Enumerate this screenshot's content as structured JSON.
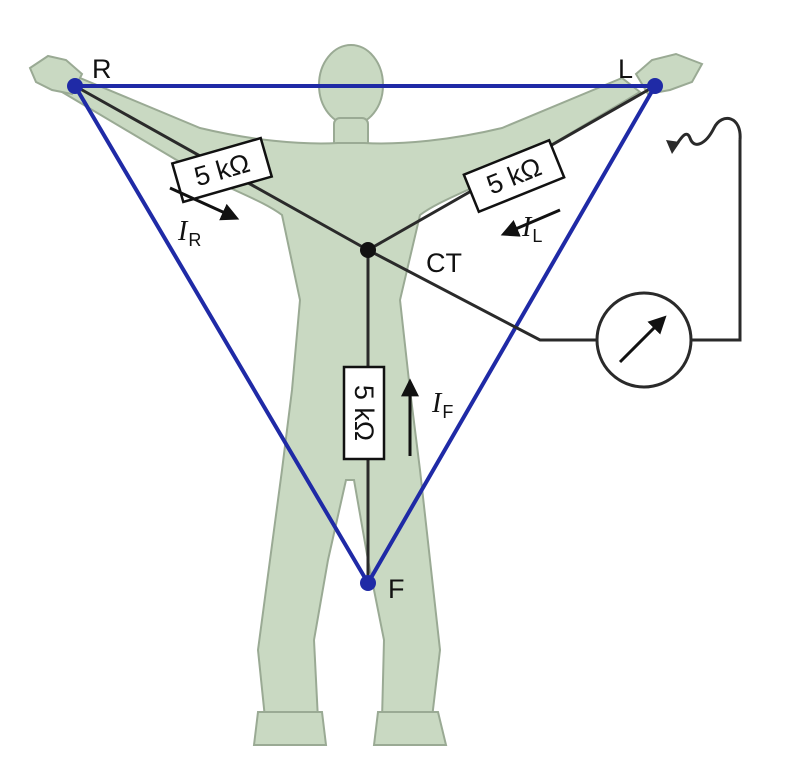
{
  "colors": {
    "triangle": "#1f2aa6",
    "wire": "#2a2a2a",
    "body_fill": "#c9d9c2",
    "body_stroke": "#9aaa94",
    "resistor_fill": "#ffffff"
  },
  "electrodes": {
    "right_arm": "R",
    "left_arm": "L",
    "foot": "F"
  },
  "central_terminal": "CT",
  "resistors": {
    "right": "5 kΩ",
    "left": "5 kΩ",
    "foot": "5 kΩ"
  },
  "currents": {
    "right": {
      "symbol": "I",
      "subscript": "R"
    },
    "left": {
      "symbol": "I",
      "subscript": "L"
    },
    "foot": {
      "symbol": "I",
      "subscript": "F"
    }
  },
  "icons": {
    "meter": "galvanometer-icon",
    "probe": "probe-lead-icon"
  }
}
